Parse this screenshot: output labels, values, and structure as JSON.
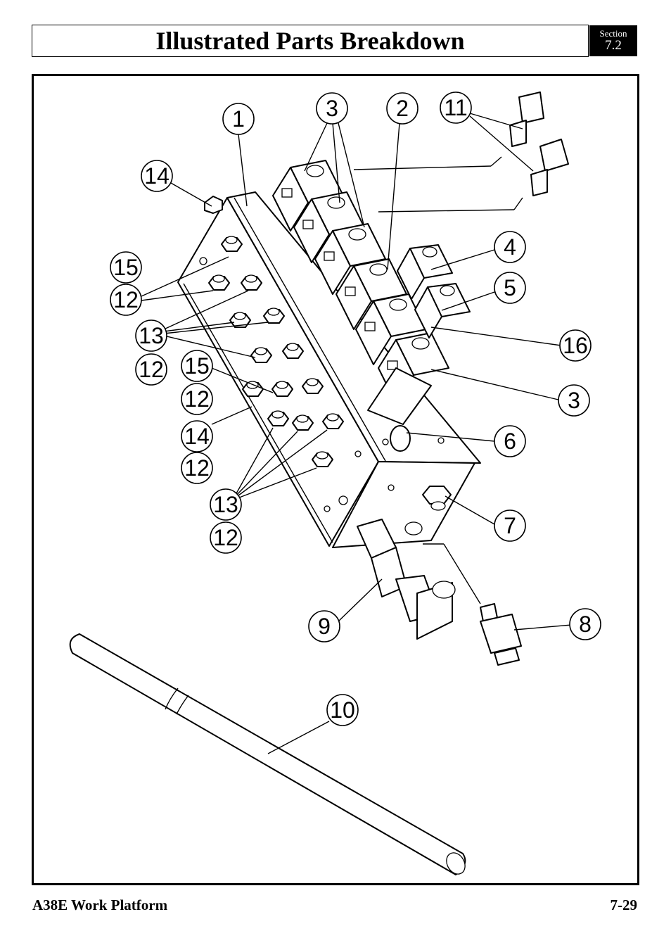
{
  "header": {
    "title": "Illustrated Parts Breakdown",
    "section_label": "Section",
    "section_number": "7.2"
  },
  "footer": {
    "product": "A38E Work Platform",
    "page_number": "7-29"
  },
  "callouts": [
    "1",
    "2",
    "3",
    "3",
    "4",
    "5",
    "6",
    "7",
    "8",
    "9",
    "10",
    "11",
    "12",
    "12",
    "12",
    "12",
    "12",
    "13",
    "13",
    "14",
    "14",
    "15",
    "15",
    "16"
  ]
}
